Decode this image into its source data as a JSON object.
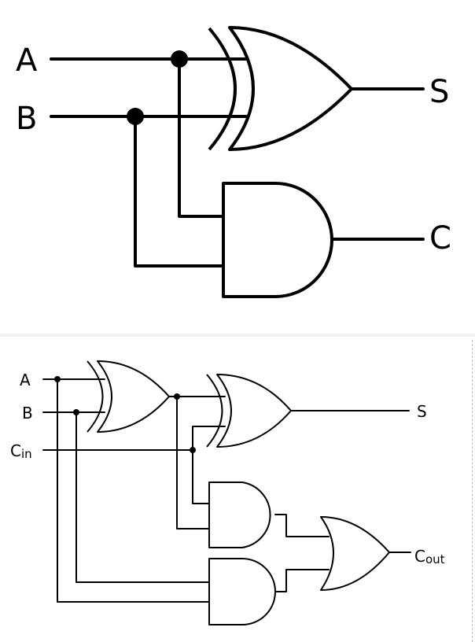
{
  "half_adder": {
    "inputs": [
      "A",
      "B"
    ],
    "outputs": [
      "S",
      "C"
    ],
    "gates": [
      "xor-gate",
      "and-gate"
    ]
  },
  "full_adder": {
    "inputs": {
      "a": "A",
      "b": "B",
      "cin_main": "C",
      "cin_sub": "in"
    },
    "outputs": {
      "s": "S",
      "cout_main": "C",
      "cout_sub": "out"
    },
    "gates": [
      "xor-gate-1",
      "xor-gate-2",
      "and-gate-1",
      "and-gate-2",
      "or-gate"
    ]
  }
}
